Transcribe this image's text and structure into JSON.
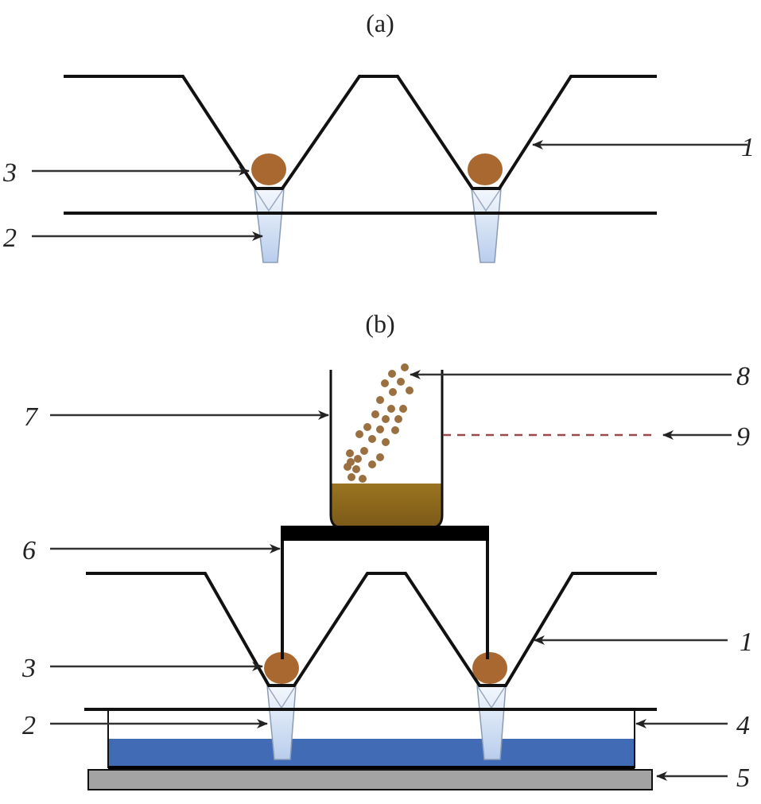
{
  "figure": {
    "panel_a": {
      "title": "(a)",
      "labels": [
        {
          "id": "1",
          "text": "1"
        },
        {
          "id": "2",
          "text": "2"
        },
        {
          "id": "3",
          "text": "3"
        }
      ]
    },
    "panel_b": {
      "title": "(b)",
      "labels": [
        {
          "id": "1",
          "text": "1"
        },
        {
          "id": "2",
          "text": "2"
        },
        {
          "id": "3",
          "text": "3"
        },
        {
          "id": "4",
          "text": "4"
        },
        {
          "id": "5",
          "text": "5"
        },
        {
          "id": "6",
          "text": "6"
        },
        {
          "id": "7",
          "text": "7"
        },
        {
          "id": "8",
          "text": "8"
        },
        {
          "id": "9",
          "text": "9"
        }
      ]
    },
    "colors": {
      "seed": "#a9682f",
      "tube": "#c9daf2",
      "water": "#416cb5",
      "liquid": "#8f6a1d",
      "base": "#a3a3a3",
      "dashed_level": "#9a4a4a"
    }
  }
}
